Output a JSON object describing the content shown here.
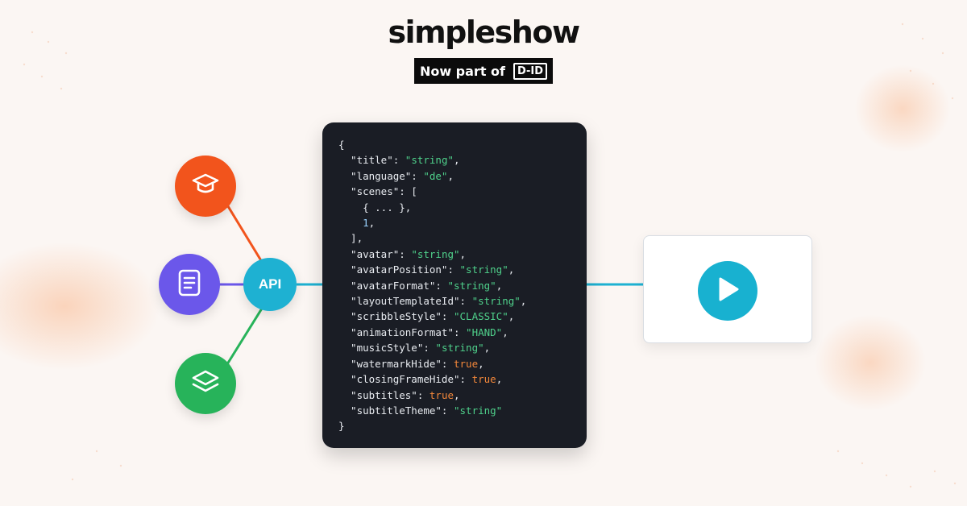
{
  "brand": {
    "name": "simpleshow",
    "badge_text": "Now part of",
    "badge_mark": "D-ID"
  },
  "diagram": {
    "api_label": "API",
    "sources": [
      {
        "icon": "graduation-cap-icon",
        "color": "#f2541c"
      },
      {
        "icon": "document-icon",
        "color": "#6b57ea"
      },
      {
        "icon": "layers-icon",
        "color": "#27b35a"
      }
    ],
    "api_color": "#1eb1d2",
    "output_icon": "play-icon",
    "output_color": "#18b1d0"
  },
  "code": {
    "lines": [
      [
        {
          "t": "{",
          "c": "p"
        }
      ],
      [
        {
          "t": "  \"title\": ",
          "c": "k"
        },
        {
          "t": "\"string\"",
          "c": "s"
        },
        {
          "t": ",",
          "c": "p"
        }
      ],
      [
        {
          "t": "  \"language\": ",
          "c": "k"
        },
        {
          "t": "\"de\"",
          "c": "s"
        },
        {
          "t": ",",
          "c": "p"
        }
      ],
      [
        {
          "t": "  \"scenes\": [",
          "c": "k"
        }
      ],
      [
        {
          "t": "    { ... },",
          "c": "k"
        }
      ],
      [
        {
          "t": "    ",
          "c": "p"
        },
        {
          "t": "1",
          "c": "n"
        },
        {
          "t": ",",
          "c": "p"
        }
      ],
      [
        {
          "t": "  ],",
          "c": "k"
        }
      ],
      [
        {
          "t": "  \"avatar\": ",
          "c": "k"
        },
        {
          "t": "\"string\"",
          "c": "s"
        },
        {
          "t": ",",
          "c": "p"
        }
      ],
      [
        {
          "t": "  \"avatarPosition\": ",
          "c": "k"
        },
        {
          "t": "\"string\"",
          "c": "s"
        },
        {
          "t": ",",
          "c": "p"
        }
      ],
      [
        {
          "t": "  \"avatarFormat\": ",
          "c": "k"
        },
        {
          "t": "\"string\"",
          "c": "s"
        },
        {
          "t": ",",
          "c": "p"
        }
      ],
      [
        {
          "t": "  \"layoutTemplateId\": ",
          "c": "k"
        },
        {
          "t": "\"string\"",
          "c": "s"
        },
        {
          "t": ",",
          "c": "p"
        }
      ],
      [
        {
          "t": "  \"scribbleStyle\": ",
          "c": "k"
        },
        {
          "t": "\"CLASSIC\"",
          "c": "s"
        },
        {
          "t": ",",
          "c": "p"
        }
      ],
      [
        {
          "t": "  \"animationFormat\": ",
          "c": "k"
        },
        {
          "t": "\"HAND\"",
          "c": "s"
        },
        {
          "t": ",",
          "c": "p"
        }
      ],
      [
        {
          "t": "  \"musicStyle\": ",
          "c": "k"
        },
        {
          "t": "\"string\"",
          "c": "s"
        },
        {
          "t": ",",
          "c": "p"
        }
      ],
      [
        {
          "t": "  \"watermarkHide\": ",
          "c": "k"
        },
        {
          "t": "true",
          "c": "b"
        },
        {
          "t": ",",
          "c": "p"
        }
      ],
      [
        {
          "t": "  \"closingFrameHide\": ",
          "c": "k"
        },
        {
          "t": "true",
          "c": "b"
        },
        {
          "t": ",",
          "c": "p"
        }
      ],
      [
        {
          "t": "  \"subtitles\": ",
          "c": "k"
        },
        {
          "t": "true",
          "c": "b"
        },
        {
          "t": ",",
          "c": "p"
        }
      ],
      [
        {
          "t": "  \"subtitleTheme\": ",
          "c": "k"
        },
        {
          "t": "\"string\"",
          "c": "s"
        }
      ],
      [
        {
          "t": "}",
          "c": "p"
        }
      ]
    ]
  }
}
